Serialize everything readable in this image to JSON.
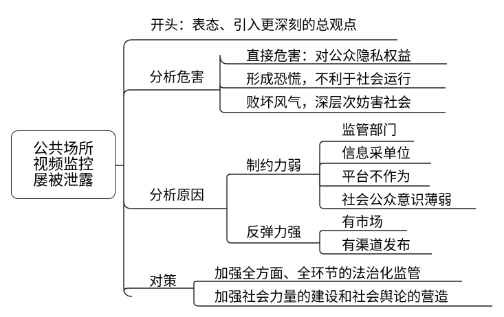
{
  "mindmap": {
    "root": "公共场所\n视频监控\n屡被泄露",
    "intro": "开头：表态、引入更深刻的总观点",
    "harm": {
      "label": "分析危害",
      "items": [
        "直接危害：对公众隐私权益",
        "形成恐慌，不利于社会运行",
        "败坏风气，深层次妨害社会"
      ]
    },
    "causes": {
      "label": "分析原因",
      "weak": {
        "label": "制约力弱",
        "items": [
          "监管部门",
          "信息采单位",
          "平台不作为",
          "社会公众意识薄弱"
        ]
      },
      "strong": {
        "label": "反弹力强",
        "items": [
          "有市场",
          "有渠道发布"
        ]
      }
    },
    "measures": {
      "label": "对策",
      "items": [
        "加强全方面、全环节的法治化监管",
        "加强社会力量的建设和社会舆论的营造"
      ]
    }
  }
}
